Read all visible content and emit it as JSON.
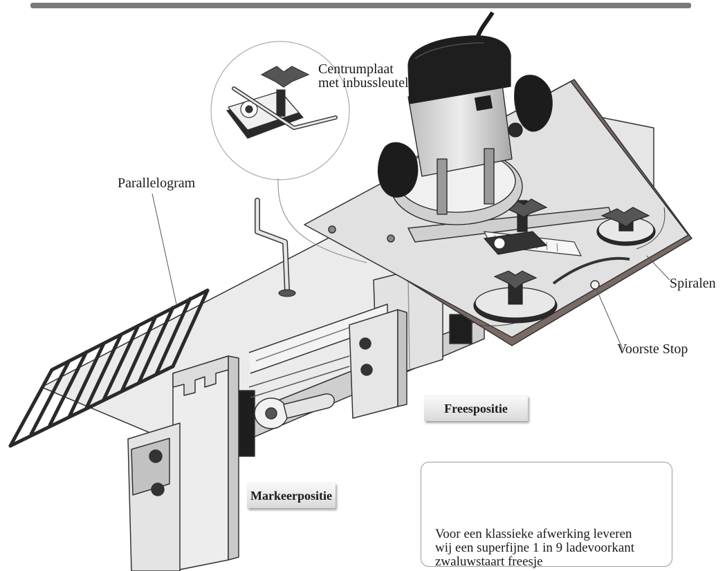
{
  "labels": {
    "centrumplaat_line1": "Centrumplaat",
    "centrumplaat_line2": "met inbussleutel",
    "parallelogram": "Parallelogram",
    "spiralen": "Spiralen",
    "voorste_stop": "Voorste Stop",
    "freespositie": "Freespositie",
    "markeerpositie": "Markeerpositie"
  },
  "bit_caption": {
    "line1": "Voor een klassieke afwerking leveren",
    "line2": "wij een superfijne 1 in 9 ladevoorkant",
    "line3": "zwaluwstaart freesje"
  },
  "colors": {
    "top_bar": "#7a7a7a",
    "router_black": "#1e1e1e",
    "router_grey": "#d8d8d8",
    "base_plate": "#dcdcdc",
    "jig_body": "#ececec",
    "outline": "#333333"
  }
}
